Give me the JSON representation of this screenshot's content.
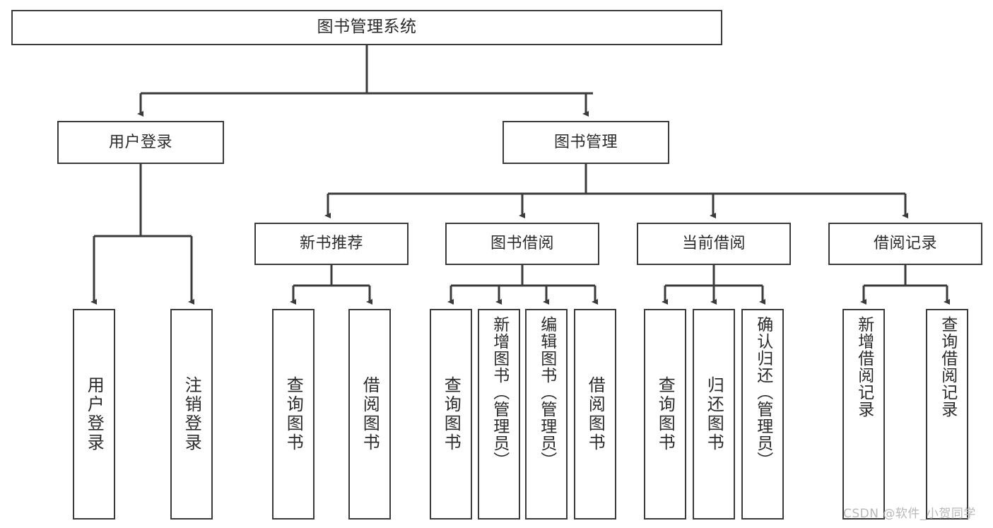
{
  "diagram": {
    "type": "tree-hierarchy-diagram",
    "title": "图书管理系统",
    "stroke_color": "#3b3b3b",
    "text_color": "#2b2b2b",
    "background": "#ffffff",
    "root": {
      "label": "图书管理系统"
    },
    "level1": [
      {
        "label": "用户登录"
      },
      {
        "label": "图书管理"
      }
    ],
    "level2": [
      {
        "label": "新书推荐"
      },
      {
        "label": "图书借阅"
      },
      {
        "label": "当前借阅"
      },
      {
        "label": "借阅记录"
      }
    ],
    "leaves": {
      "user_login": [
        {
          "label": "用户登录"
        },
        {
          "label": "注销登录"
        }
      ],
      "new_book_recommend": [
        {
          "label": "查询图书"
        },
        {
          "label": "借阅图书"
        }
      ],
      "book_borrow": [
        {
          "label": "查询图书"
        },
        {
          "label": "新增图书（管理员）"
        },
        {
          "label": "编辑图书（管理员）"
        },
        {
          "label": "借阅图书"
        }
      ],
      "current_borrow": [
        {
          "label": "查询图书"
        },
        {
          "label": "归还图书"
        },
        {
          "label": "确认归还（管理员）"
        }
      ],
      "borrow_records": [
        {
          "label": "新增借阅记录"
        },
        {
          "label": "查询借阅记录"
        }
      ]
    },
    "watermark": "CSDN @软件_小贺同学"
  }
}
